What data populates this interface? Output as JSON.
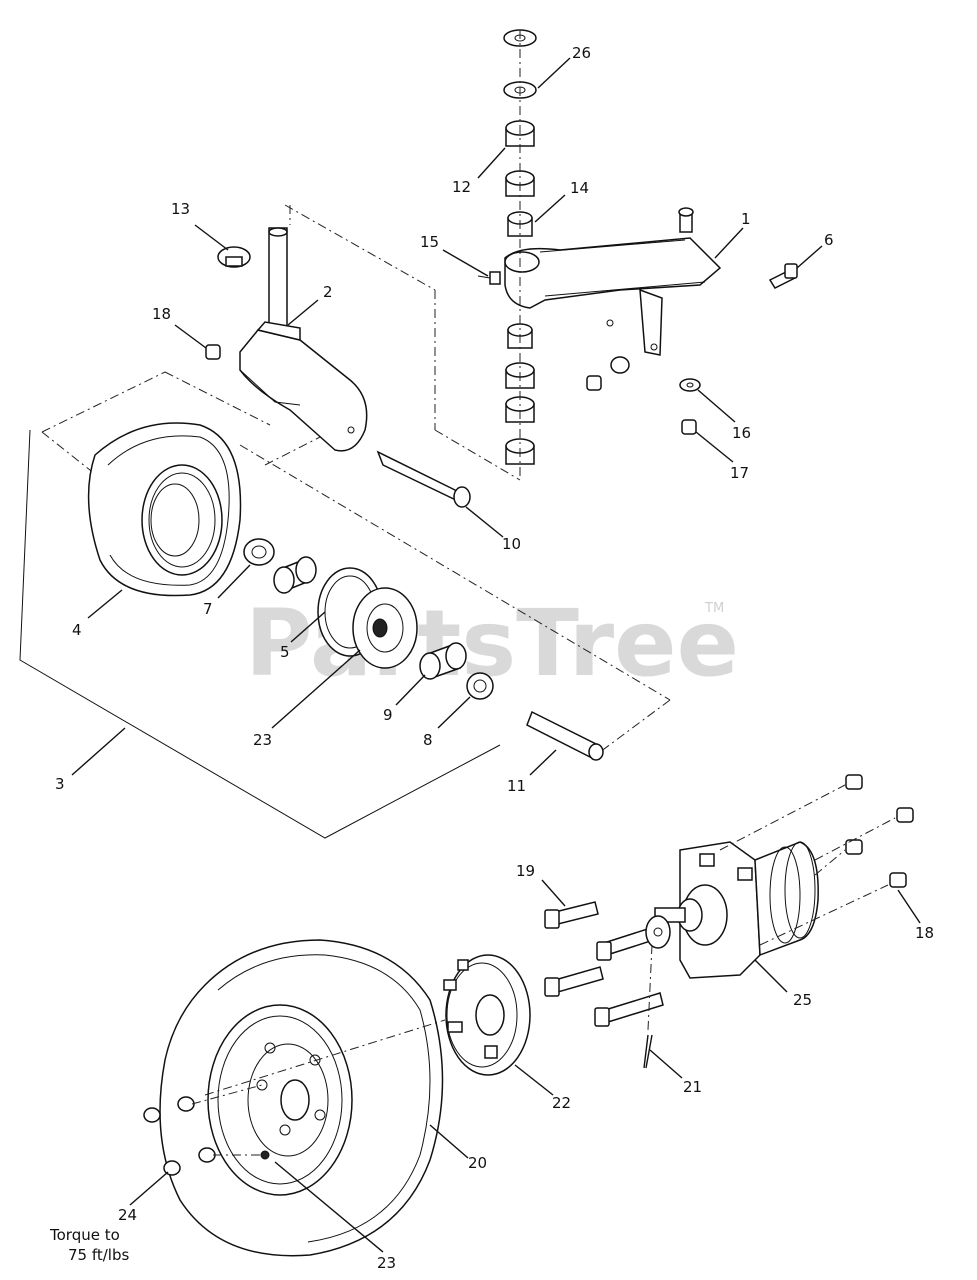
{
  "watermark": {
    "text": "PartsTree",
    "tm": "TM"
  },
  "labels": {
    "l1": "1",
    "l2": "2",
    "l3": "3",
    "l4": "4",
    "l5": "5",
    "l6": "6",
    "l7": "7",
    "l8": "8",
    "l9": "9",
    "l10": "10",
    "l11": "11",
    "l12": "12",
    "l13": "13",
    "l14": "14",
    "l15": "15",
    "l16": "16",
    "l17": "17",
    "l18a": "18",
    "l18b": "18",
    "l19": "19",
    "l20": "20",
    "l21": "21",
    "l22": "22",
    "l23a": "23",
    "l23b": "23",
    "l24": "24",
    "l25": "25",
    "l26": "26"
  },
  "note": {
    "line1": "Torque to",
    "line2": "75 ft/lbs"
  }
}
